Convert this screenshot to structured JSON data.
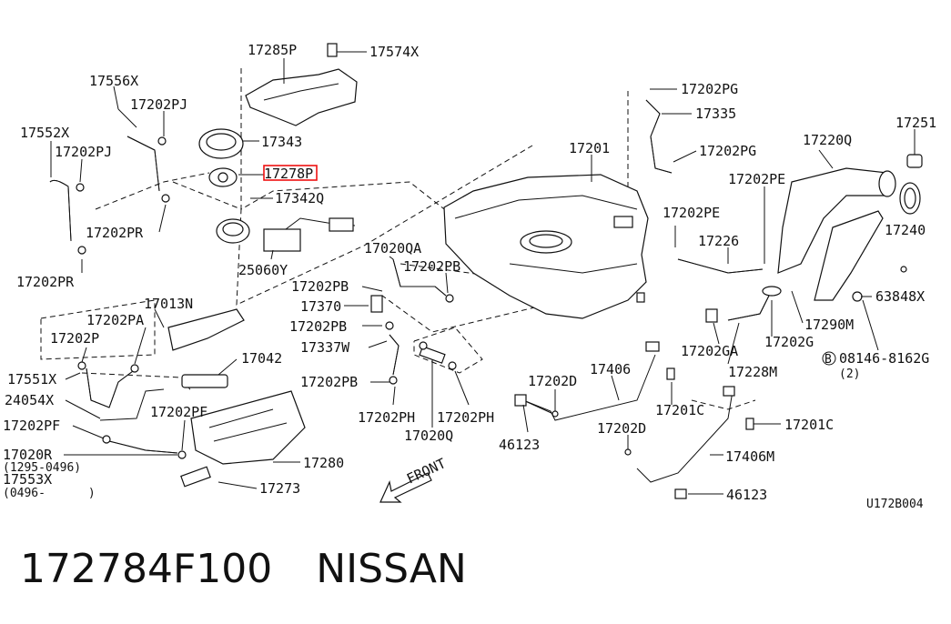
{
  "labels": {
    "p17285P": "17285P",
    "p17574X": "17574X",
    "p17556X": "17556X",
    "p17202PJ_a": "17202PJ",
    "p17552X": "17552X",
    "p17202PJ_b": "17202PJ",
    "p17343": "17343",
    "p17278P": "17278P",
    "p17342Q": "17342Q",
    "p17202PR_a": "17202PR",
    "p17202PR_b": "17202PR",
    "p25060Y": "25060Y",
    "p17201": "17201",
    "p17202PG_a": "17202PG",
    "p17335": "17335",
    "p17202PG_b": "17202PG",
    "p17220Q": "17220Q",
    "p17251": "17251",
    "p17202PE_a": "17202PE",
    "p17202PE_b": "17202PE",
    "p17240": "17240",
    "p17226": "17226",
    "p63848X": "63848X",
    "p17290M": "17290M",
    "p08146": "08146-8162G",
    "p08146_qty": "(2)",
    "bolt_mark": "B",
    "p17202G": "17202G",
    "p17202GA": "17202GA",
    "p17228M": "17228M",
    "p17020QA": "17020QA",
    "p17202PB_a": "17202PB",
    "p17202PB_b": "17202PB",
    "p17370": "17370",
    "p17202PB_c": "17202PB",
    "p17337W": "17337W",
    "p17202PB_d": "17202PB",
    "p17202PH_a": "17202PH",
    "p17202PH_b": "17202PH",
    "p17020Q": "17020Q",
    "p17013N": "17013N",
    "p17202PA": "17202PA",
    "p17202P": "17202P",
    "p17042": "17042",
    "p17551X": "17551X",
    "p24054X": "24054X",
    "p17202PF_a": "17202PF",
    "p17202PF_b": "17202PF",
    "p17020R": "17020R",
    "p17020R_range": "(1295-0496)",
    "p17553X": "17553X",
    "p17553X_range": "(0496-      )",
    "p17280": "17280",
    "p17273": "17273",
    "front": "FRONT",
    "p17202D_a": "17202D",
    "p17406": "17406",
    "p17201C_a": "17201C",
    "p46123_a": "46123",
    "p17202D_b": "17202D",
    "p17201C_b": "17201C",
    "p17406M": "17406M",
    "p46123_b": "46123",
    "diagram_code": "U172B004"
  },
  "highlight": {
    "part": "17278P",
    "color": "#e11a1a"
  },
  "footer": {
    "part_number": "172784F100",
    "brand": "NISSAN"
  }
}
